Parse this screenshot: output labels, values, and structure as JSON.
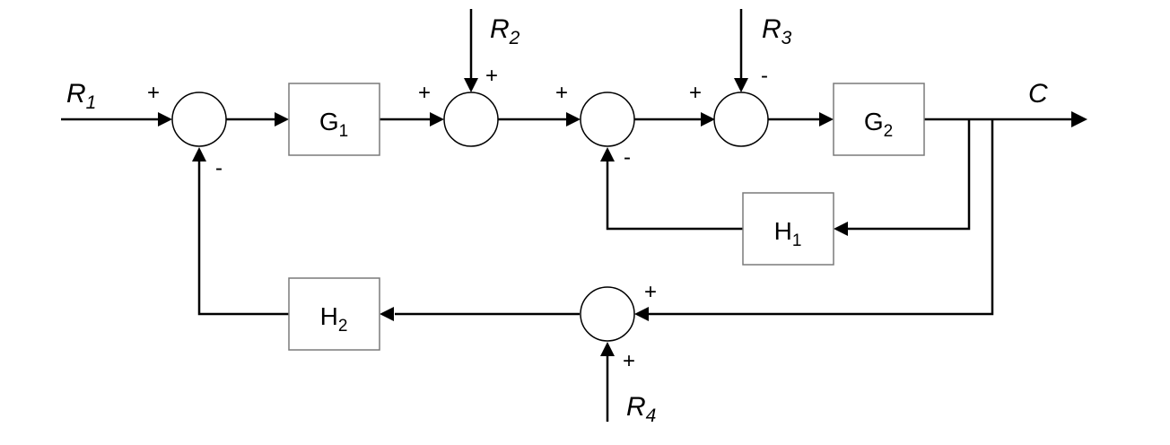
{
  "blocks": {
    "g1": {
      "name": "G",
      "sub": "1"
    },
    "g2": {
      "name": "G",
      "sub": "2"
    },
    "h1": {
      "name": "H",
      "sub": "1"
    },
    "h2": {
      "name": "H",
      "sub": "2"
    }
  },
  "signals": {
    "r1": {
      "name": "R",
      "sub": "1"
    },
    "r2": {
      "name": "R",
      "sub": "2"
    },
    "r3": {
      "name": "R",
      "sub": "3"
    },
    "r4": {
      "name": "R",
      "sub": "4"
    },
    "c": {
      "name": "C"
    }
  },
  "signs": {
    "s1_r1": "+",
    "s1_fb": "-",
    "s2_g1": "+",
    "s2_r2": "+",
    "s3_in": "+",
    "s3_fb": "-",
    "s4_in": "+",
    "s4_r3": "-",
    "s5_fb": "+",
    "s5_r4": "+"
  }
}
